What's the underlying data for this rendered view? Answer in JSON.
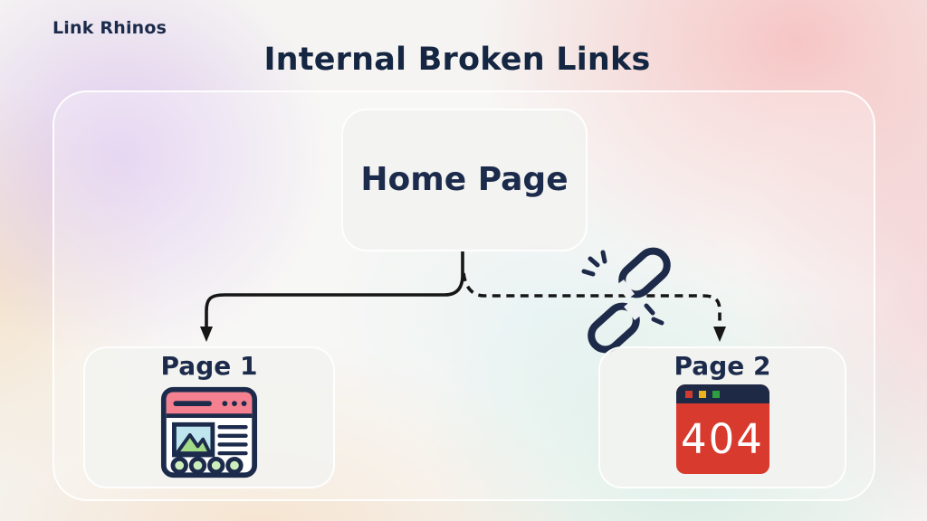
{
  "brand": {
    "logo": "Link Rhinos"
  },
  "title": "Internal Broken Links",
  "diagram": {
    "nodes": {
      "home": {
        "label": "Home Page"
      },
      "page1": {
        "label": "Page 1",
        "icon": "webpage-icon",
        "status": "working link target"
      },
      "page2": {
        "label": "Page 2",
        "icon": "error-404-icon",
        "status": "broken link target",
        "error_code": "404"
      }
    },
    "links": [
      {
        "from": "Home Page",
        "to": "Page 1",
        "style": "solid",
        "state": "working"
      },
      {
        "from": "Home Page",
        "to": "Page 2",
        "style": "dashed",
        "state": "broken",
        "icon": "broken-chain-icon"
      }
    ]
  },
  "colors": {
    "navy_text": "#1c2b4b",
    "line_black": "#161616",
    "error_red": "#d93a2e",
    "header_pink": "#f5808f",
    "image_sky_blue": "#bfe5ee",
    "mountain_green": "#a2da88",
    "dot_green_fill": "#cdeebc",
    "bar_navy": "#1e2a45",
    "square_red": "#cf3b2f",
    "square_yellow": "#edb11d",
    "square_green": "#2f9e41"
  }
}
